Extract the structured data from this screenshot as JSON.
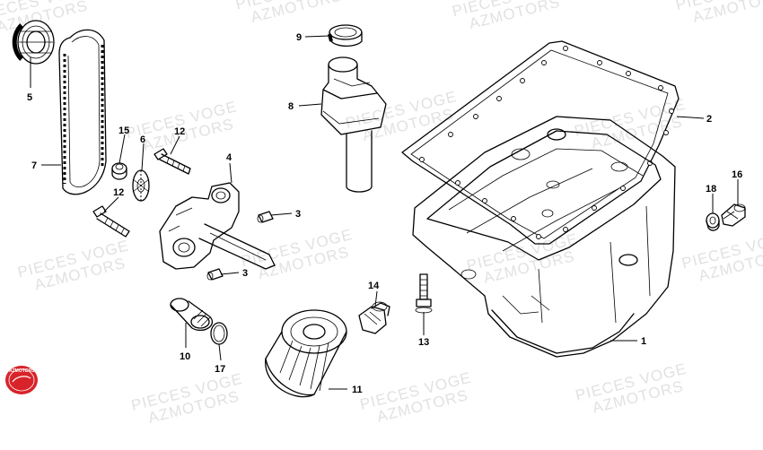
{
  "watermark": {
    "line1": "PIECES VOGE",
    "line2": "AZMOTORS"
  },
  "logo": {
    "text": "AZMOTORS",
    "color": "#d8232a"
  },
  "callouts": {
    "c1": "1",
    "c2": "2",
    "c3a": "3",
    "c3b": "3",
    "c4": "4",
    "c5": "5",
    "c6": "6",
    "c7": "7",
    "c8": "8",
    "c9": "9",
    "c10": "10",
    "c11": "11",
    "c12a": "12",
    "c12b": "12",
    "c13": "13",
    "c14": "14",
    "c15": "15",
    "c16": "16",
    "c17": "17",
    "c18": "18"
  },
  "parts": [
    "oil-pan",
    "oil-pan-gasket",
    "dowel-pin",
    "oil-pump",
    "sprocket",
    "sprocket-small",
    "drive-chain",
    "oil-strainer",
    "strainer-seal",
    "oil-filter-adapter",
    "oil-filter",
    "bolt",
    "bolt-long",
    "fitting",
    "washer-small",
    "drain-plug",
    "o-ring",
    "drain-washer"
  ]
}
